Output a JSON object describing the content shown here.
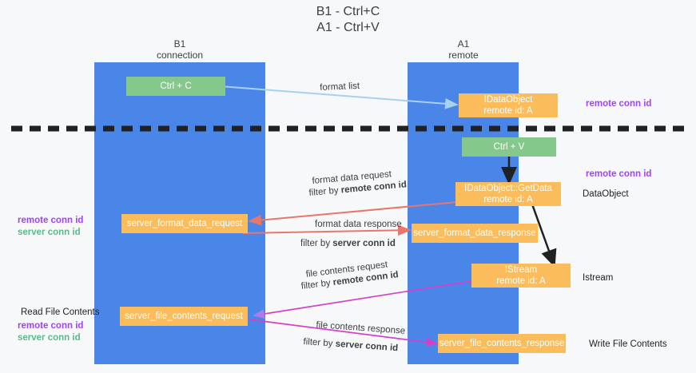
{
  "title": {
    "line1": "B1 - Ctrl+C",
    "line2": "A1 - Ctrl+V"
  },
  "colors": {
    "lane": "#4a86e8",
    "green_box": "#84c98b",
    "orange_box": "#fbbc5c",
    "purple_text": "#a142f4",
    "green_text": "#57bb8a",
    "divider": "#202124",
    "arrow_blue": "#a8d1f0",
    "arrow_red": "#e8766a",
    "arrow_magenta": "#d441c8",
    "arrow_purple": "#b07ae8",
    "arrow_black": "#202124",
    "background": "#f7f8f9"
  },
  "lanes": [
    {
      "id": "b1",
      "title": "B1",
      "subtitle": "connection"
    },
    {
      "id": "a1",
      "title": "A1",
      "subtitle": "remote"
    }
  ],
  "boxes": {
    "ctrl_c": {
      "label": "Ctrl + C",
      "kind": "green"
    },
    "idataobject_top": {
      "line1": "IDataObject",
      "line2": "remote id: A",
      "kind": "orange"
    },
    "ctrl_v": {
      "label": "Ctrl + V",
      "kind": "green"
    },
    "getdata": {
      "line1": "IDataObject::GetData",
      "line2": "remote id: A",
      "kind": "orange"
    },
    "server_format_data_request": {
      "label": "server_format_data_request",
      "kind": "orange"
    },
    "server_format_data_response": {
      "label": "server_format_data_response",
      "kind": "orange"
    },
    "istream": {
      "line1": "IStream",
      "line2": "remote id: A",
      "kind": "orange"
    },
    "server_file_contents_request": {
      "label": "server_file_contents_request",
      "kind": "orange"
    },
    "server_file_contents_response": {
      "label": "server_file_contents_response",
      "kind": "orange"
    }
  },
  "edge_labels": {
    "format_list": "format list",
    "format_data_request": "format data request",
    "format_data_request_filter_prefix": "filter by ",
    "format_data_request_filter_key": "remote conn id",
    "format_data_response": "format data response",
    "format_data_response_filter_prefix": "filter by ",
    "format_data_response_filter_key": "server conn id",
    "file_contents_request": "file contents request",
    "file_contents_request_filter_prefix": "filter by ",
    "file_contents_request_filter_key": "remote conn id",
    "file_contents_response": "file contents response",
    "file_contents_response_filter_prefix": "filter by ",
    "file_contents_response_filter_key": "server conn id"
  },
  "right_annotations": {
    "remote_conn_id_top": "remote conn id",
    "remote_conn_id_mid": "remote conn id",
    "dataobject": "DataObject",
    "istream": "Istream",
    "write_file_contents": "Write File Contents"
  },
  "left_annotations": {
    "group1": {
      "purple": "remote conn id",
      "green": "server conn id"
    },
    "read_file_contents": "Read File Contents",
    "group2": {
      "purple": "remote conn id",
      "green": "server conn id"
    }
  }
}
